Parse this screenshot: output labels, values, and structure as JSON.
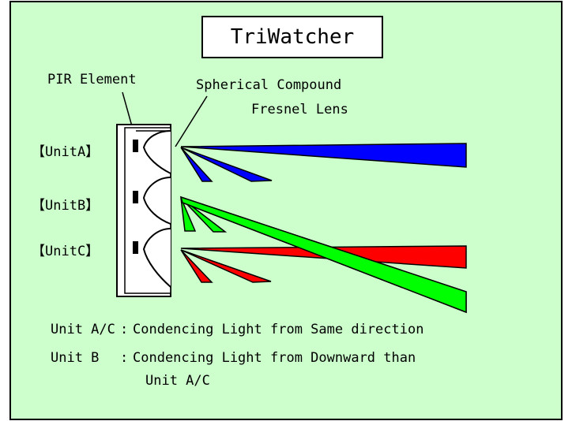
{
  "title": "TriWatcher",
  "labels": {
    "pir_element": "PIR Element",
    "lens_line1": "Spherical Compound",
    "lens_line2": "Fresnel Lens",
    "unit_a": "【UnitA】",
    "unit_b": "【UnitB】",
    "unit_c": "【UnitC】"
  },
  "legend": {
    "row1_key": "Unit A/C",
    "row1_sep": ":",
    "row1_text": "Condencing Light from Same direction",
    "row2_key": "Unit B",
    "row2_sep": ":",
    "row2_text": "Condencing Light from Downward than",
    "row2_cont": "Unit A/C"
  },
  "colors": {
    "background": "#ccffcc",
    "unit_a_beam": "#0000ff",
    "unit_b_beam": "#00ff00",
    "unit_c_beam": "#ff0000"
  }
}
